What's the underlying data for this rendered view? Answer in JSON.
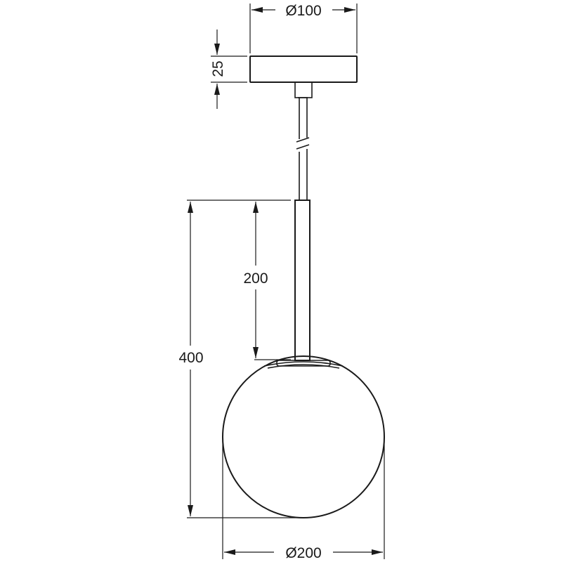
{
  "drawing": {
    "subject": "pendant-lamp-dimension-drawing",
    "dimensions": {
      "canopy_diameter": "Ø100",
      "canopy_height": "25",
      "rod_length": "200",
      "total_drop": "400",
      "globe_diameter": "Ø200"
    },
    "line_color": "#1a1a1a",
    "background": "#ffffff"
  }
}
